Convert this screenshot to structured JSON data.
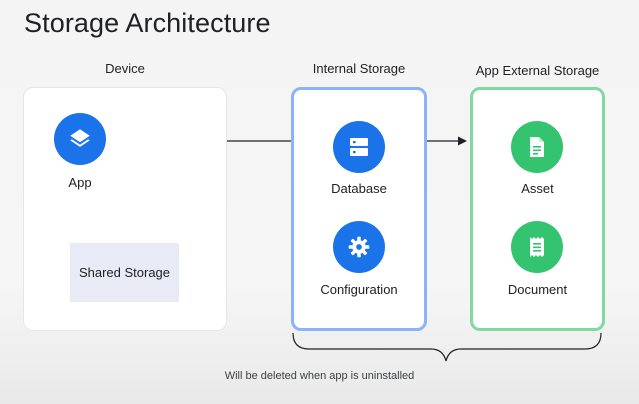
{
  "title": "Storage Architecture",
  "columns": {
    "device": {
      "label": "Device",
      "app": {
        "label": "App",
        "icon": "layers-icon"
      },
      "shared_storage": {
        "label": "Shared Storage"
      }
    },
    "internal": {
      "label": "Internal Storage",
      "border_color": "#8ab4f8",
      "items": [
        {
          "label": "Database",
          "icon": "database-icon"
        },
        {
          "label": "Configuration",
          "icon": "gear-icon"
        }
      ]
    },
    "external": {
      "label": "App External Storage",
      "border_color": "#81d9a0",
      "items": [
        {
          "label": "Asset",
          "icon": "document-icon"
        },
        {
          "label": "Document",
          "icon": "receipt-icon"
        }
      ]
    }
  },
  "brace_note": "Will be deleted when app is uninstalled",
  "colors": {
    "blue": "#1a73e8",
    "green": "#34c46f",
    "shared_bg": "#e8eaf6"
  }
}
